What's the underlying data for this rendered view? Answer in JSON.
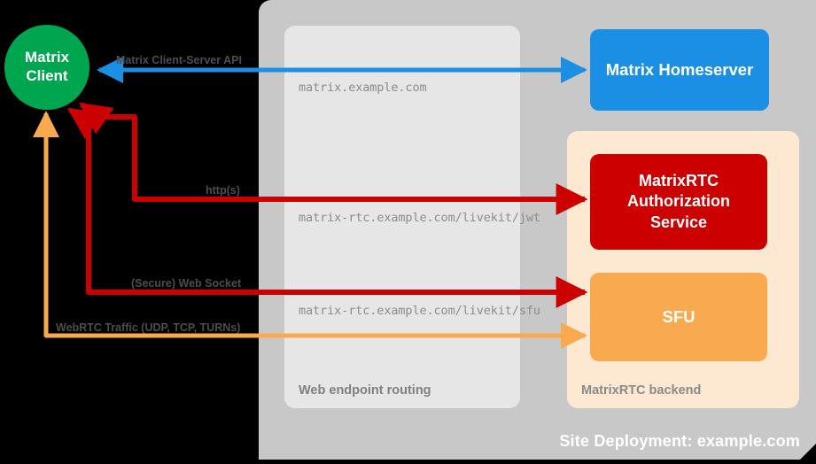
{
  "site": {
    "deployment_label": "Site Deployment: example.com",
    "container_color": "#c8c8c8"
  },
  "routing_group": {
    "label": "Web endpoint routing",
    "background_color": "#e6e6e6",
    "endpoints": [
      {
        "url": "matrix.example.com"
      },
      {
        "url": "matrix-rtc.example.com/livekit/jwt"
      },
      {
        "url": "matrix-rtc.example.com/livekit/sfu"
      }
    ]
  },
  "backend_group": {
    "label": "MatrixRTC backend",
    "background_color": "#fde8d2"
  },
  "client": {
    "line1": "Matrix",
    "line2": "Client",
    "color": "#00a550"
  },
  "services": [
    {
      "name": "Matrix Homeserver",
      "color": "#1a8fe3"
    },
    {
      "name": "MatrixRTC\nAuthorization\nService",
      "line1": "MatrixRTC",
      "line2": "Authorization",
      "line3": "Service",
      "color": "#cc0000"
    },
    {
      "name": "SFU",
      "color": "#f9a94e"
    }
  ],
  "flows": [
    {
      "label": "Matrix Client-Server API",
      "color": "#1a8fe3",
      "direction": "bidirectional"
    },
    {
      "label": "http(s)",
      "color": "#cc0000",
      "direction": "bidirectional"
    },
    {
      "label": "(Secure) Web Socket",
      "color": "#cc0000",
      "direction": "bidirectional"
    },
    {
      "label": "WebRTC Traffic (UDP, TCP, TURNs)",
      "color": "#f9a94e",
      "direction": "bidirectional"
    }
  ],
  "colors": {
    "background": "#000000",
    "blue": "#1a8fe3",
    "red": "#cc0000",
    "orange": "#f9a94e",
    "green": "#00a550",
    "label_gray": "#4d4d4d"
  }
}
